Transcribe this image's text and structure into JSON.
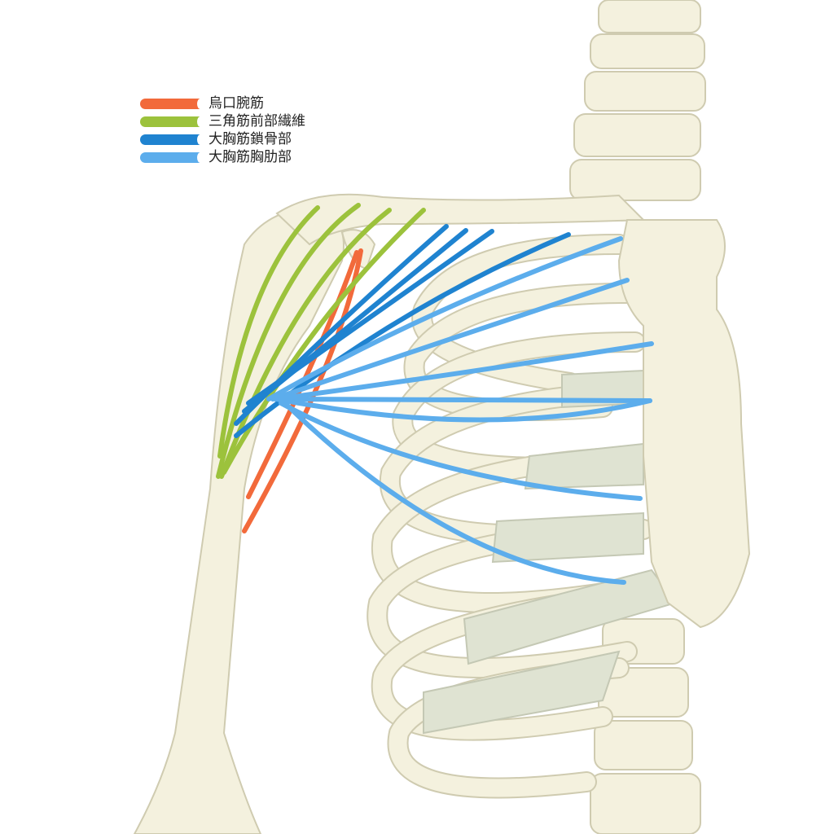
{
  "legend": [
    {
      "label": "烏口腕筋",
      "color": "#f26a3b"
    },
    {
      "label": "三角筋前部繊維",
      "color": "#9cc23c"
    },
    {
      "label": "大胸筋鎖骨部",
      "color": "#1f83d0"
    },
    {
      "label": "大胸筋胸肋部",
      "color": "#5cadec"
    }
  ]
}
